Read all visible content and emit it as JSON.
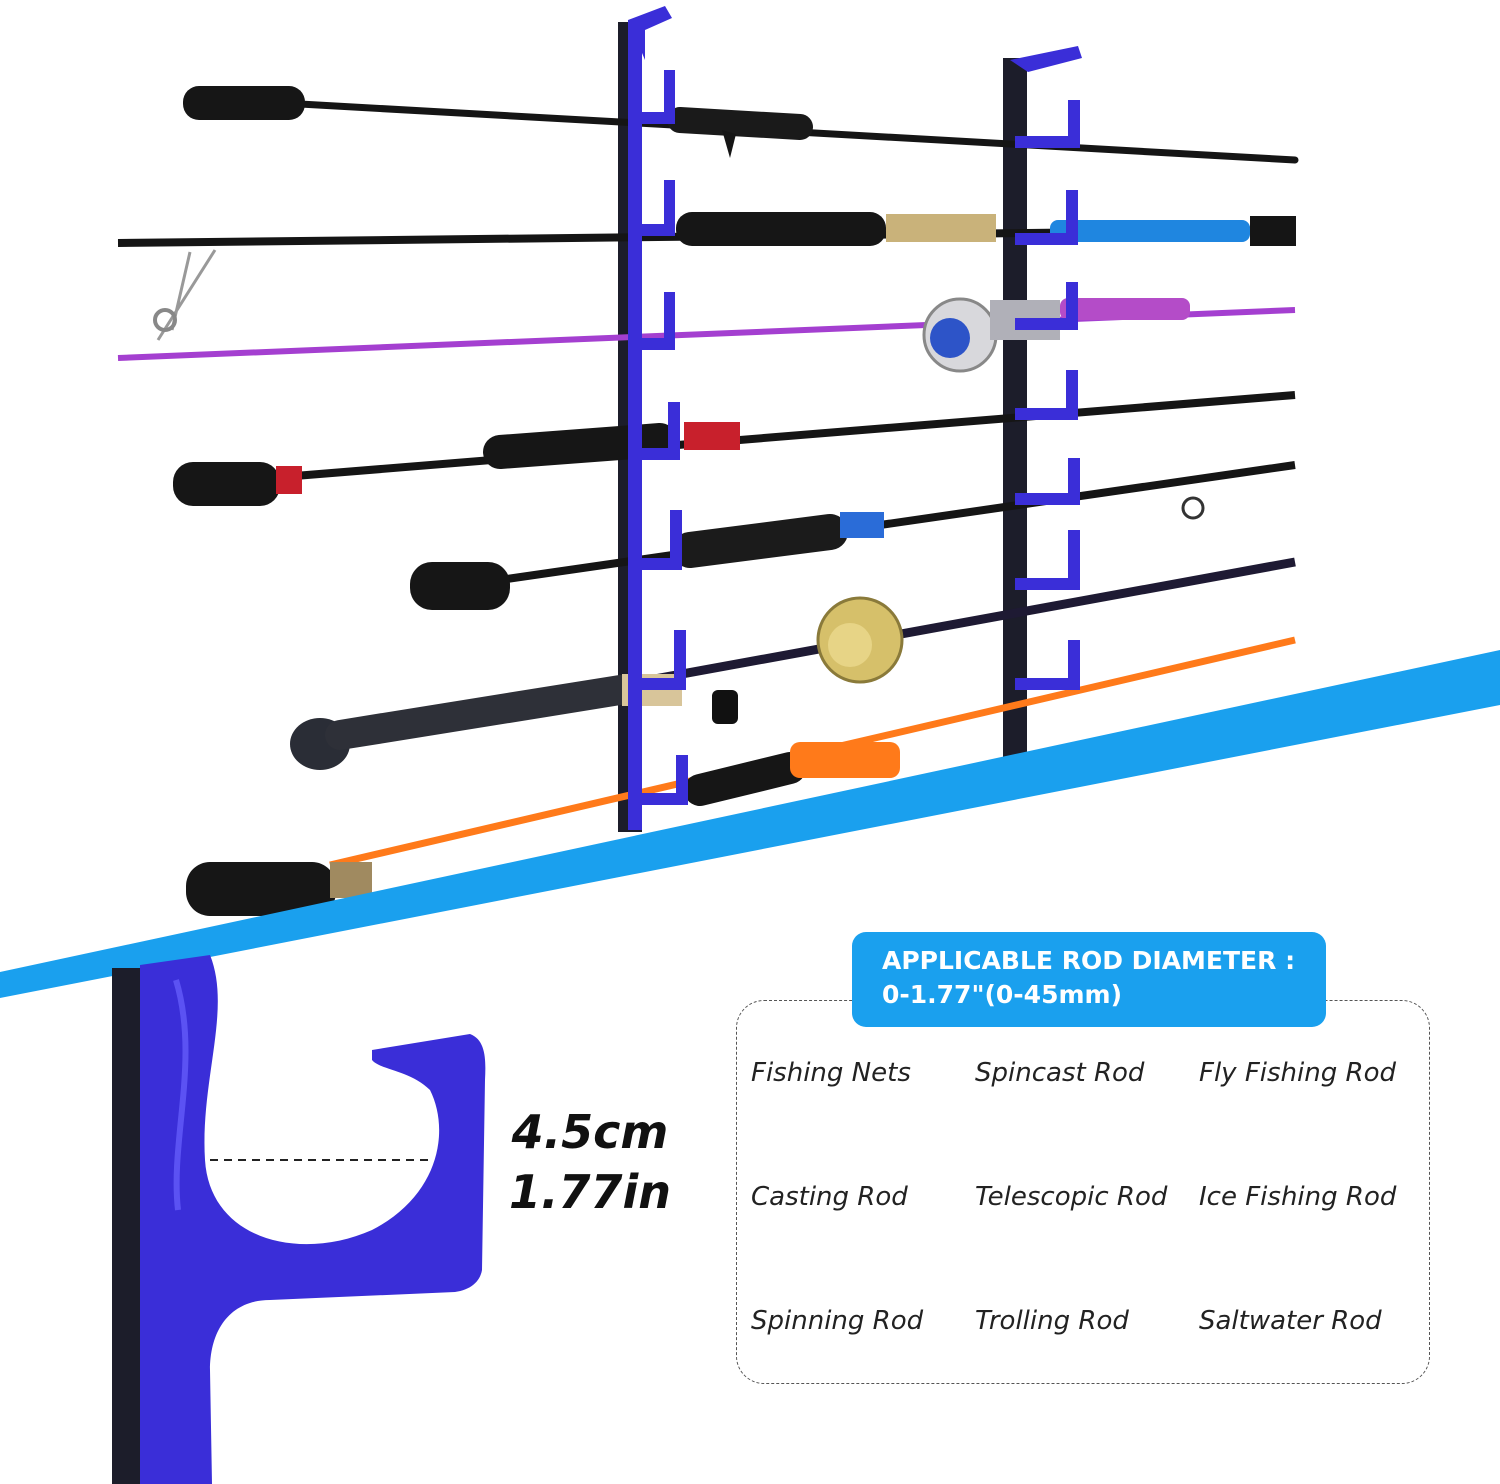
{
  "colors": {
    "accent_blue": "#1aa0ee",
    "holder_blue": "#3a2ed8",
    "rail_dark": "#1c1d2a",
    "rod_black": "#1a1a1a",
    "rod_purple": "#a43fd0",
    "rod_orange": "#ff7a1a"
  },
  "icons": [
    "fishing-rod-rack-photo",
    "rod-holder-closeup"
  ],
  "dimension": {
    "metric": "4.5cm",
    "imperial": "1.77in"
  },
  "diameter_badge": {
    "title": "APPLICABLE ROD DIAMETER :",
    "range": "0-1.77\"(0-45mm)"
  },
  "rod_types": [
    "Fishing Nets",
    "Spincast Rod",
    "Fly Fishing Rod",
    "Casting Rod",
    "Telescopic Rod",
    "Ice Fishing Rod",
    "Spinning Rod",
    "Trolling Rod",
    "Saltwater Rod"
  ]
}
